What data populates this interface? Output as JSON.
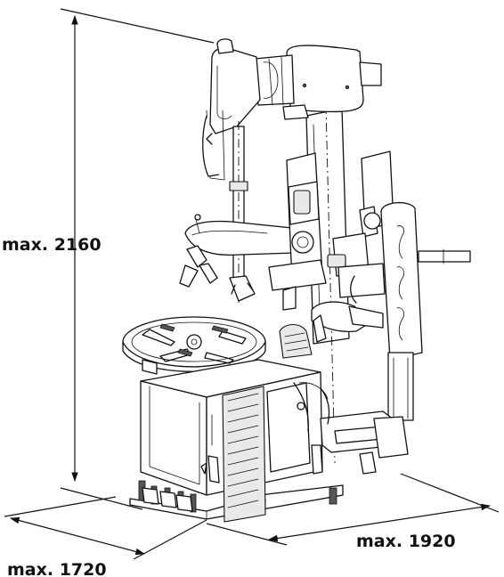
{
  "dimensions": {
    "height": "max. 2160",
    "depth": "max. 1920",
    "width": "max. 1720"
  }
}
